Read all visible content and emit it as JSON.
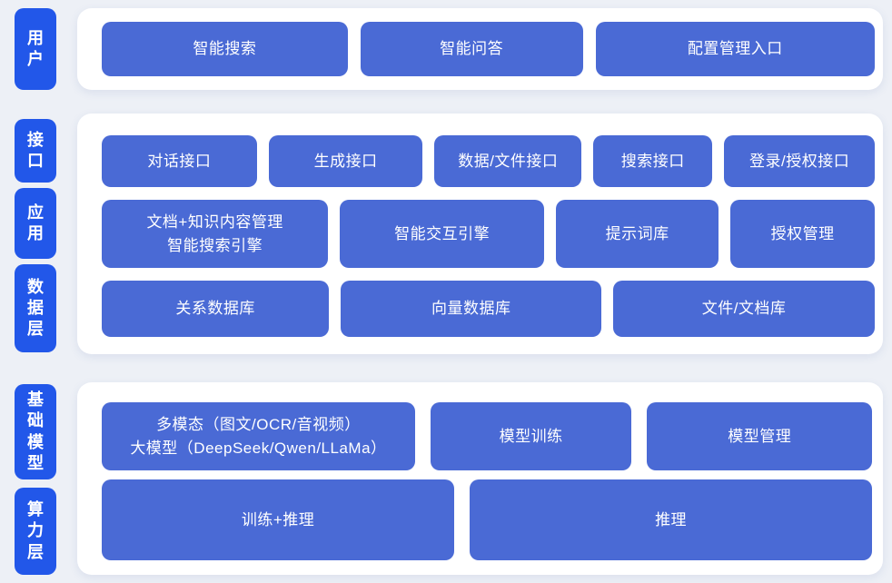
{
  "colors": {
    "layer_label_blue": "#2257e9",
    "box_blue": "#4a6ad5",
    "background": "#edf0f6",
    "panel_white": "#ffffff",
    "text_white": "#ffffff"
  },
  "diagram": {
    "user_layer": {
      "label": "用户",
      "boxes": [
        "智能搜索",
        "智能问答",
        "配置管理入口"
      ]
    },
    "interface_layer": {
      "label": "接口",
      "boxes": [
        "对话接口",
        "生成接口",
        "数据/文件接口",
        "搜索接口",
        "登录/授权接口"
      ]
    },
    "application_layer": {
      "label": "应用",
      "boxes": [
        "文档+知识内容管理\n智能搜索引擎",
        "智能交互引擎",
        "提示词库",
        "授权管理"
      ]
    },
    "data_layer": {
      "label": "数据层",
      "boxes": [
        "关系数据库",
        "向量数据库",
        "文件/文档库"
      ]
    },
    "foundation_model_layer": {
      "label": "基础模型",
      "boxes": [
        "多模态（图文/OCR/音视频）\n大模型（DeepSeek/Qwen/LLaMa）",
        "模型训练",
        "模型管理"
      ]
    },
    "compute_layer": {
      "label": "算力层",
      "boxes": [
        "训练+推理",
        "推理"
      ]
    }
  }
}
